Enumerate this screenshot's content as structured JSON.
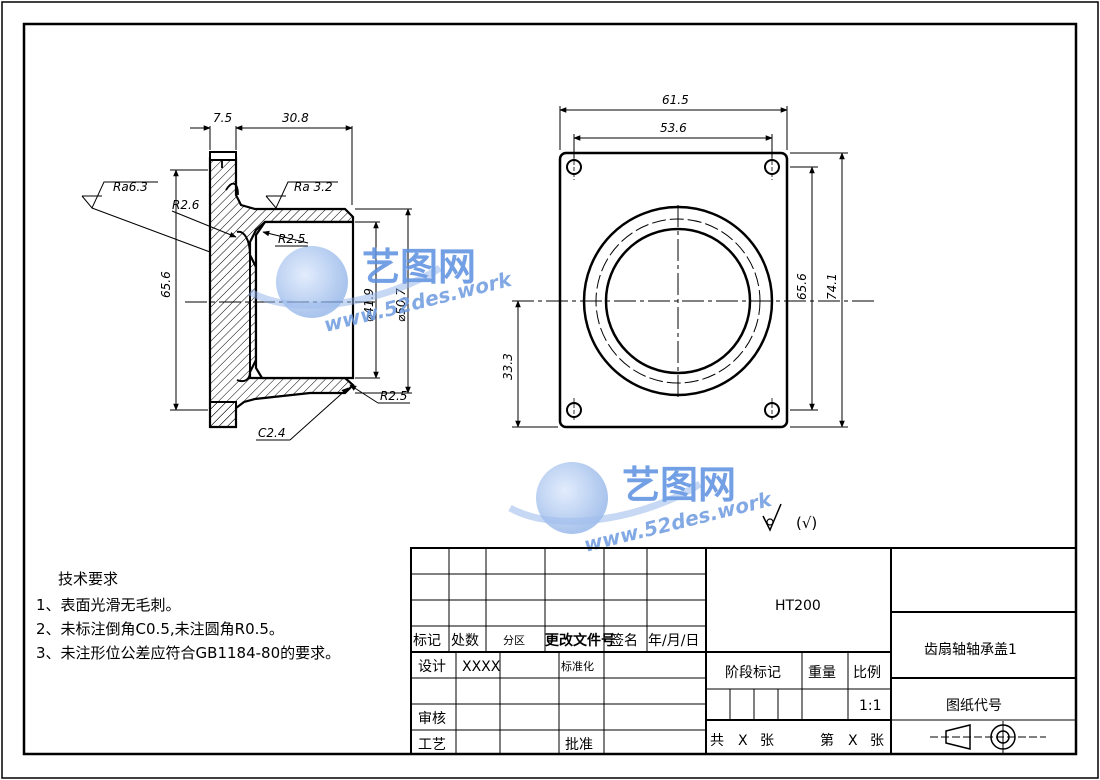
{
  "side_view": {
    "dims": {
      "flange_thk": "7.5",
      "body_len": "30.8",
      "height": "65.6",
      "bore_small": "⌀41.9",
      "bore_large": "⌀50.7",
      "r_outer": "R2.6",
      "r_inner_top": "R2.5",
      "r_inner_bot": "R2.5",
      "chamfer": "C2.4",
      "rough1": "Ra6.3",
      "rough2": "Ra 3.2"
    }
  },
  "front_view": {
    "dims": {
      "width_outer": "61.5",
      "hole_spacing": "53.6",
      "height_holes": "65.6",
      "height_outer": "74.1",
      "center_height": "33.3"
    }
  },
  "watermark": {
    "brand": "艺图网",
    "url": "www.52des.work"
  },
  "roughness_note": "(√)",
  "tech_requirements": {
    "title": "技术要求",
    "items": [
      "1、表面光滑无毛刺。",
      "2、未标注倒角C0.5,未注圆角R0.5。",
      "3、未注形位公差应符合GB1184-80的要求。"
    ]
  },
  "title_block": {
    "material": "HT200",
    "part_name": "齿扇轴轴承盖1",
    "drawing_code_label": "图纸代号",
    "rev_headers": [
      "标记",
      "处数",
      "分区",
      "更改文件号",
      "签名",
      "年/月/日"
    ],
    "design_label": "设计",
    "designer": "XXXX",
    "standardize_label": "标准化",
    "review_label": "审核",
    "process_label": "工艺",
    "approve_label": "批准",
    "stage_label": "阶段标记",
    "weight_label": "重量",
    "scale_label": "比例",
    "scale_value": "1:1",
    "total_label": "共",
    "sheet_x1": "X",
    "sheet_unit1": "张",
    "sheet_no_label": "第",
    "sheet_x2": "X",
    "sheet_unit2": "张"
  }
}
